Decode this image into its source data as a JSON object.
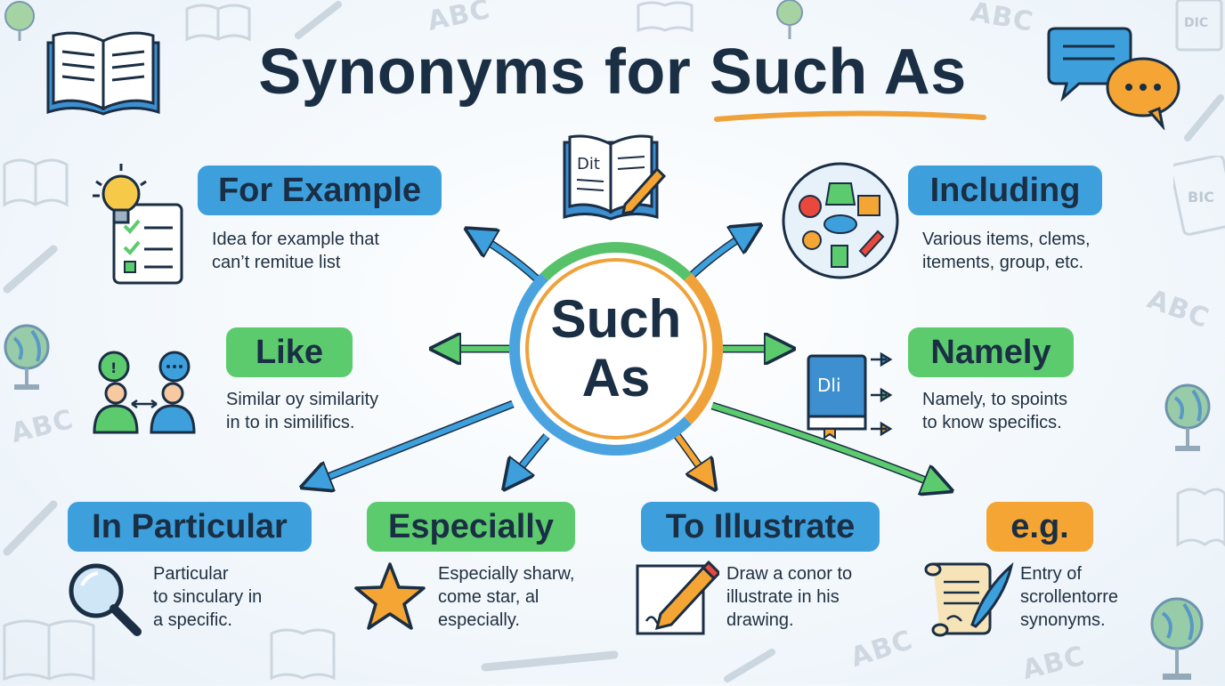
{
  "title": {
    "prefix": "Synonyms for ",
    "highlight": "Such As"
  },
  "center": {
    "line1": "Such",
    "line2": "As"
  },
  "terms": {
    "for_example": {
      "label": "For Example",
      "desc": "Idea for example that\ncan’t remitue list"
    },
    "including": {
      "label": "Including",
      "desc": "Various items, clems,\nitements, group, etc."
    },
    "like": {
      "label": "Like",
      "desc": "Similar oy similarity\nin to in similifics."
    },
    "namely": {
      "label": "Namely",
      "desc": "Namely, to spoints\nto know specifics."
    },
    "in_particular": {
      "label": "In Particular",
      "desc": "Particular\nto sinculary in\na specific."
    },
    "especially": {
      "label": "Especially",
      "desc": "Especially sharw,\ncome star, al\nespecially."
    },
    "to_illustrate": {
      "label": "To Illustrate",
      "desc": "Draw a conor to\nillustrate in his\ndrawing."
    },
    "eg": {
      "label": "e.g.",
      "desc": "Entry of\nscrollentorre\nsynonyms."
    }
  },
  "icon_labels": {
    "dictionary_top": "Dit",
    "namely_book": "Dli",
    "dic_top_right": "DIC",
    "bic_right": "BIC",
    "abc": "ABC"
  },
  "icons": [
    "open-book-icon",
    "speech-bubbles-icon",
    "lightbulb-checklist-icon",
    "dictionary-pencil-icon",
    "items-circle-icon",
    "people-talking-icon",
    "book-arrows-icon",
    "magnifier-icon",
    "star-icon",
    "pencil-drawing-icon",
    "scroll-quill-icon"
  ],
  "colors": {
    "blue": "#3da0dd",
    "green": "#5ccb6e",
    "orange": "#f5a533",
    "navy": "#1a2e44"
  }
}
